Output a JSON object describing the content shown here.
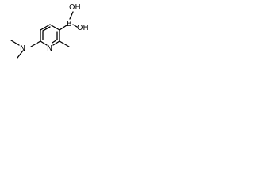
{
  "atoms": {
    "boron": "B",
    "hydroxyl_top": "OH",
    "hydroxyl_right": "OH",
    "ring_nitrogen": "N",
    "amine_nitrogen": "N"
  }
}
